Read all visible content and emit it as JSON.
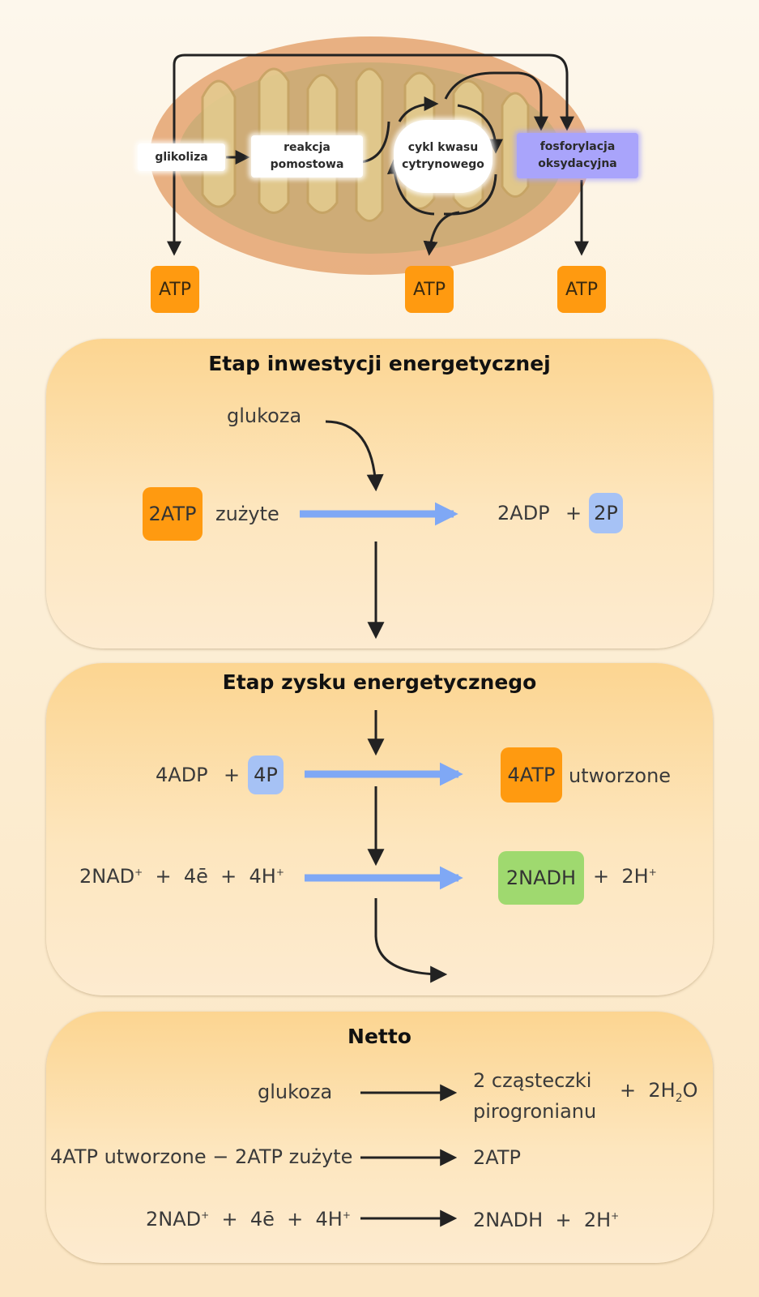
{
  "top": {
    "glycolysis": "glikoliza",
    "bridge_line1": "reakcja",
    "bridge_line2": "pomostowa",
    "cycle_line1": "cykl kwasu",
    "cycle_line2": "cytrynowego",
    "oxphos_line1": "fosforylacja",
    "oxphos_line2": "oksydacyjna",
    "atp_labels": [
      "ATP",
      "ATP",
      "ATP"
    ]
  },
  "investment": {
    "title": "Etap inwestycji energetycznej",
    "glucose": "glukoza",
    "atp_chip": "2ATP",
    "used": "zużyte",
    "adp": "2ADP",
    "plus": "+",
    "p_chip": "2P"
  },
  "payoff": {
    "title": "Etap zysku energetycznego",
    "adp": "4ADP",
    "plus": "+",
    "p_chip": "4P",
    "atp_chip": "4ATP",
    "created": "utworzone",
    "nad": "2NAD",
    "sup_plus": "+",
    "e": "4ē",
    "h": "4H",
    "nadh_chip": "2NADH",
    "h2": "2H"
  },
  "net": {
    "title": "Netto",
    "glucose": "glukoza",
    "pyruvate_line1": "2 cząsteczki",
    "pyruvate_line2": "pirogronianu",
    "plus": "+",
    "water_pre": "2H",
    "water_sub": "2",
    "water_post": "O",
    "atp_balance": "4ATP utworzone − 2ATP zużyte",
    "atp_result": "2ATP",
    "nad": "2NAD",
    "sup_plus": "+",
    "e": "4ē",
    "h": "4H",
    "nadh": "2NADH",
    "h2": "2H"
  },
  "colors": {
    "atp_orange": "#ff9a10",
    "phosphate_blue": "#a6c2f5",
    "nadh_green": "#9fd96f",
    "oxphos_purple": "#a9a4fb",
    "flow_arrow_blue": "#7fa8f5"
  }
}
